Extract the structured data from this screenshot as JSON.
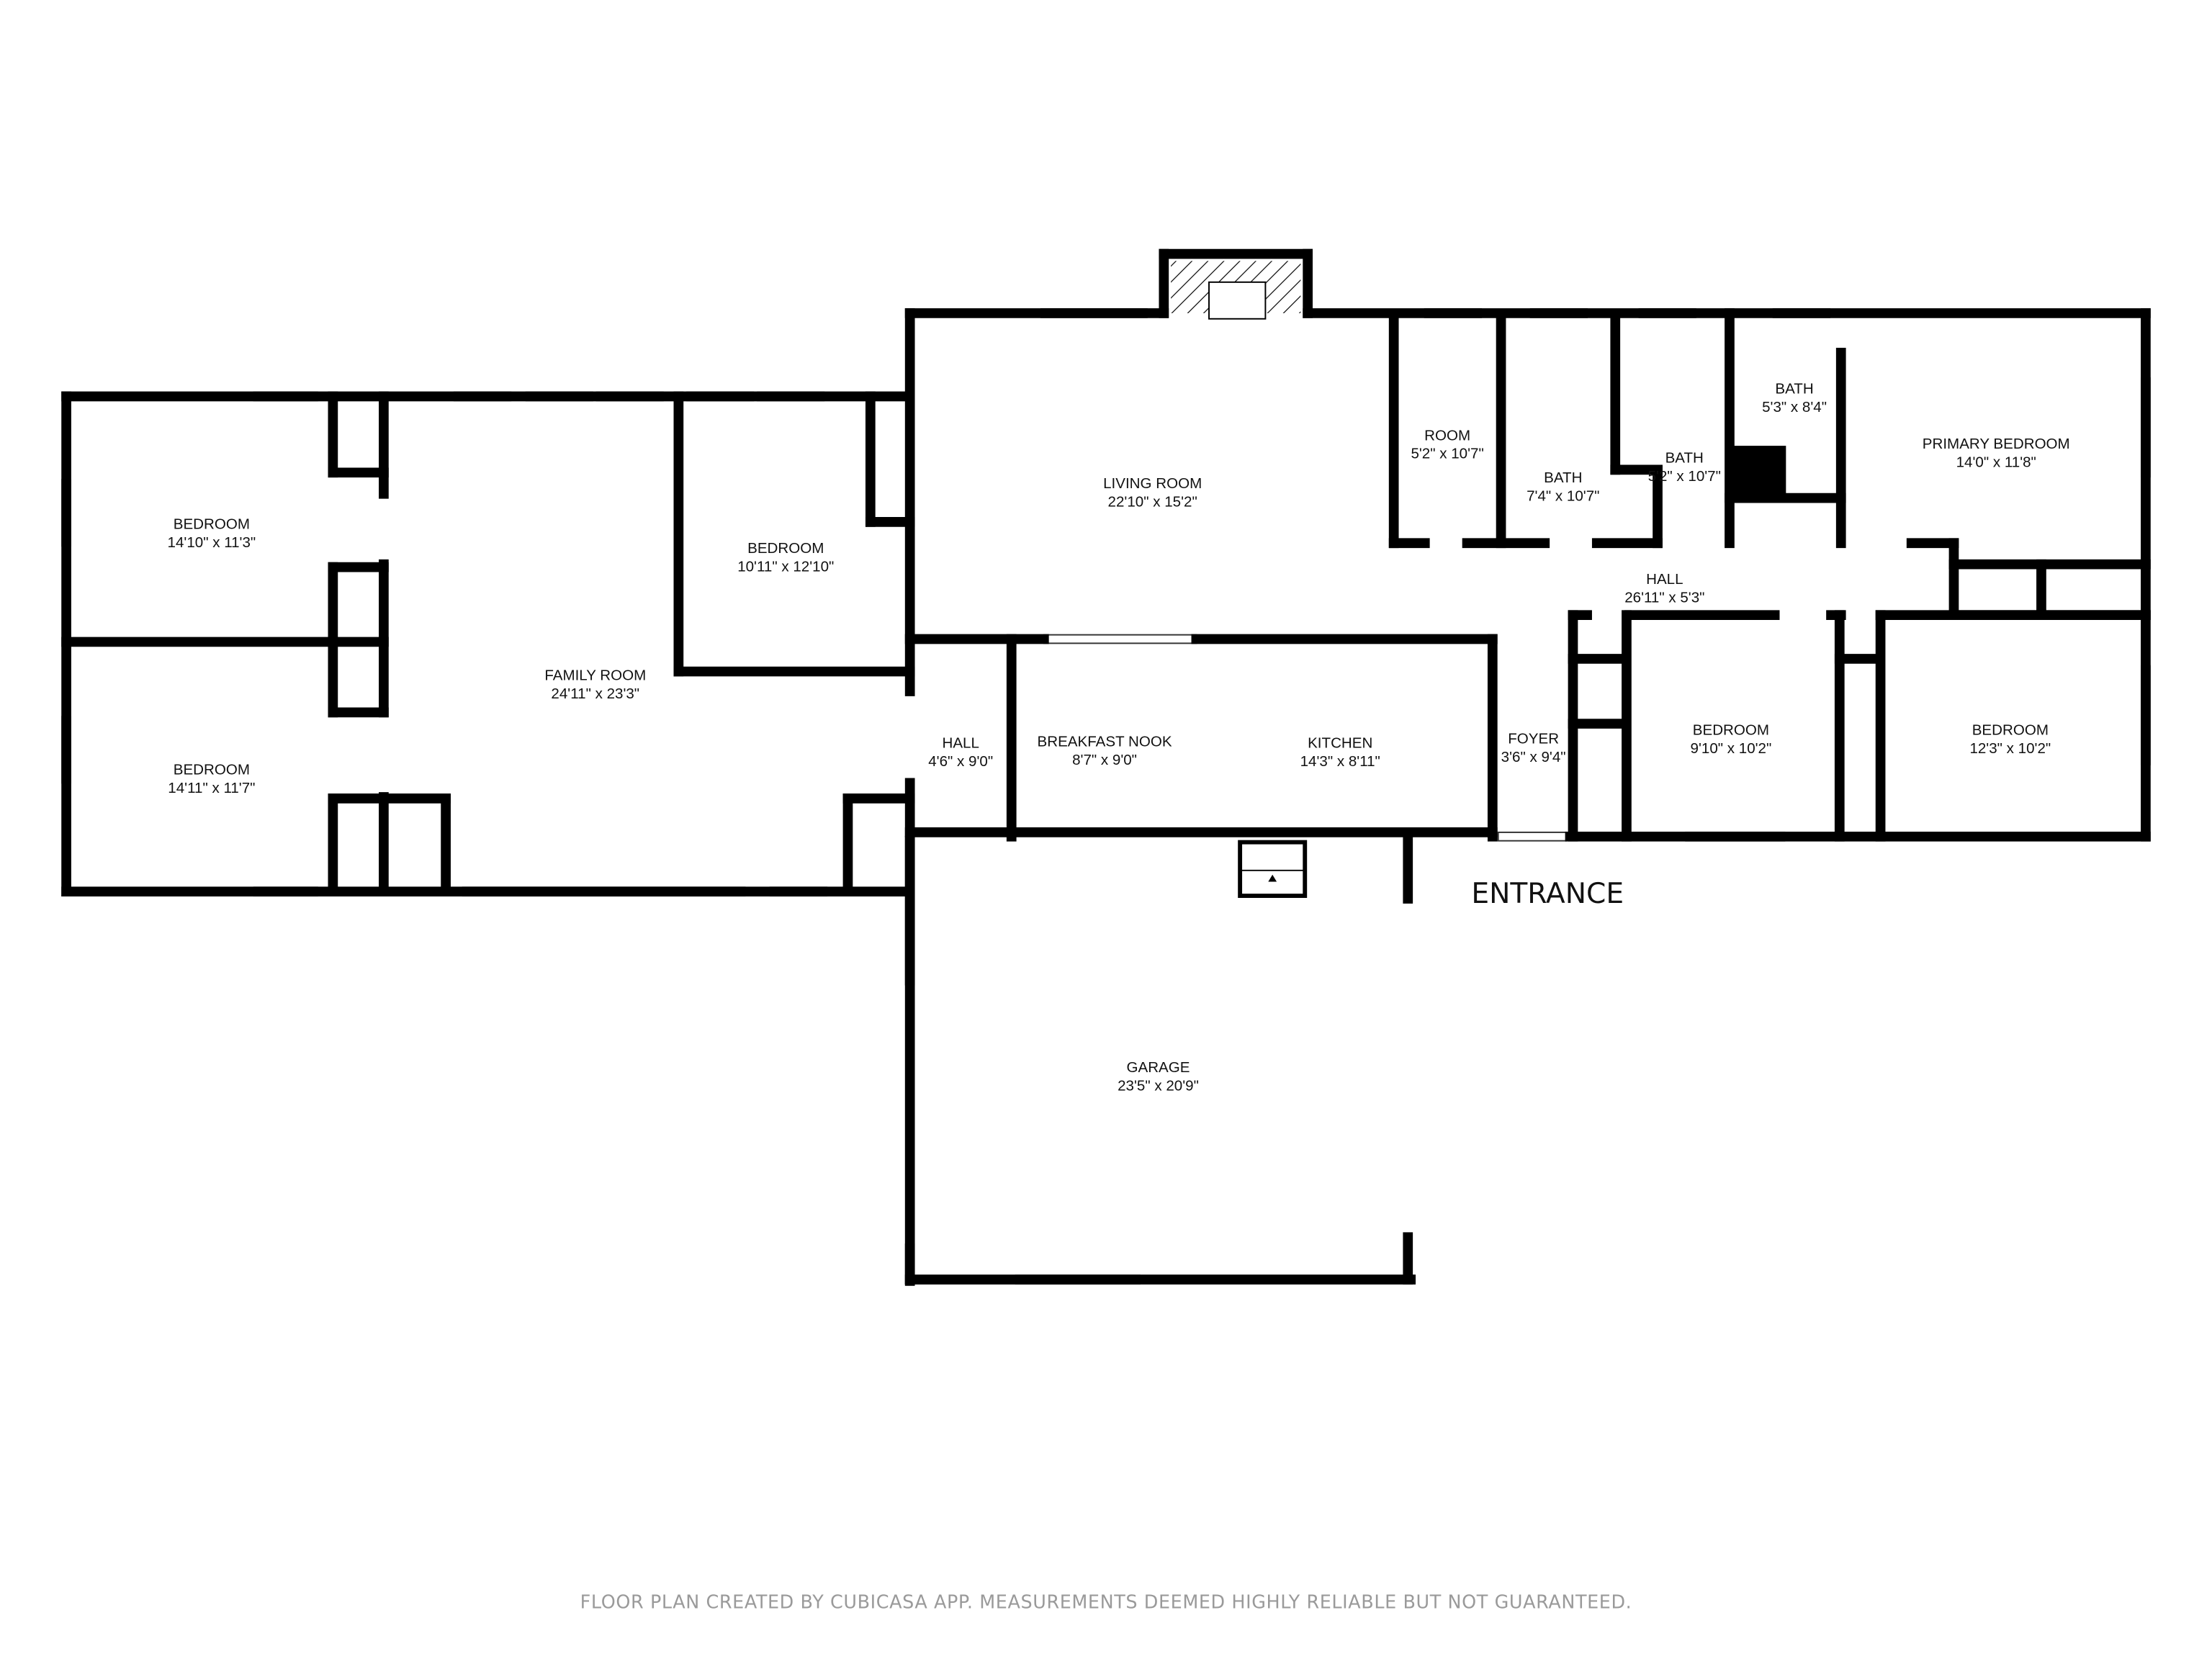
{
  "rooms": [
    {
      "name": "BEDROOM",
      "dims": "14'10\" x 11'3\""
    },
    {
      "name": "BEDROOM",
      "dims": "14'11\" x 11'7\""
    },
    {
      "name": "FAMILY ROOM",
      "dims": "24'11\" x 23'3\""
    },
    {
      "name": "BEDROOM",
      "dims": "10'11\" x 12'10\""
    },
    {
      "name": "LIVING ROOM",
      "dims": "22'10\" x 15'2\""
    },
    {
      "name": "ROOM",
      "dims": "5'2\" x 10'7\""
    },
    {
      "name": "BATH",
      "dims": "7'4\" x 10'7\""
    },
    {
      "name": "BATH",
      "dims": "5'2\" x 10'7\""
    },
    {
      "name": "BATH",
      "dims": "5'3\" x 8'4\""
    },
    {
      "name": "PRIMARY BEDROOM",
      "dims": "14'0\" x 11'8\""
    },
    {
      "name": "HALL",
      "dims": "26'11\" x 5'3\""
    },
    {
      "name": "HALL",
      "dims": "4'6\" x 9'0\""
    },
    {
      "name": "BREAKFAST NOOK",
      "dims": "8'7\" x 9'0\""
    },
    {
      "name": "KITCHEN",
      "dims": "14'3\" x 8'11\""
    },
    {
      "name": "FOYER",
      "dims": "3'6\" x 9'4\""
    },
    {
      "name": "BEDROOM",
      "dims": "9'10\" x 10'2\""
    },
    {
      "name": "BEDROOM",
      "dims": "12'3\" x 10'2\""
    },
    {
      "name": "GARAGE",
      "dims": "23'5\" x 20'9\""
    }
  ],
  "entrance_label": "ENTRANCE",
  "footer": "FLOOR PLAN CREATED BY CUBICASA APP. MEASUREMENTS DEEMED HIGHLY RELIABLE BUT NOT GUARANTEED.",
  "colors": {
    "wall": "#000000",
    "footer_text": "#9a9a9a",
    "background": "#ffffff"
  }
}
